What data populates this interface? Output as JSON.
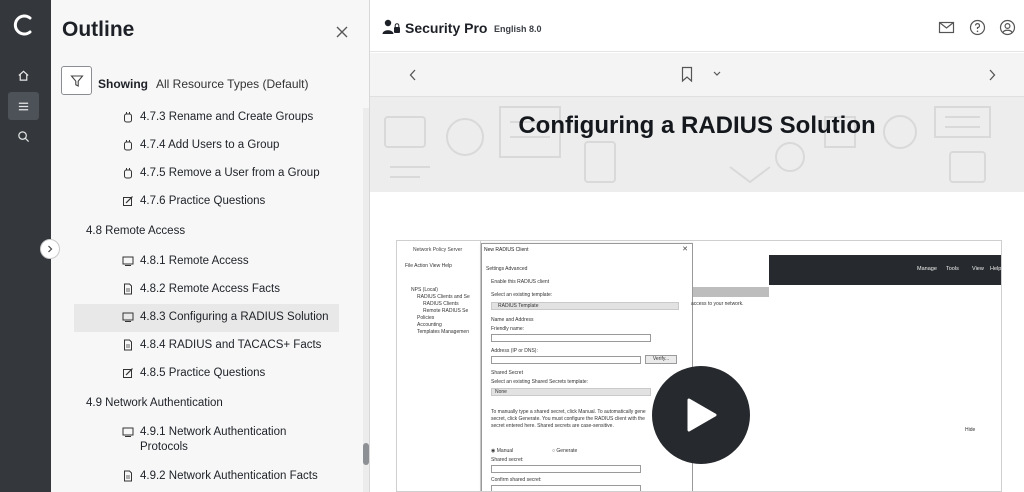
{
  "rail": {
    "logo_letter": "C",
    "buttons": [
      {
        "name": "home-icon"
      },
      {
        "name": "outline-list-icon",
        "active": true
      },
      {
        "name": "search-icon"
      }
    ]
  },
  "outline": {
    "title": "Outline",
    "filter_label": "Showing",
    "filter_value": "All Resource Types (Default)",
    "items": [
      {
        "label": "4.7.3 Rename and Create Groups",
        "icon": "lab-icon"
      },
      {
        "label": "4.7.4 Add Users to a Group",
        "icon": "lab-icon"
      },
      {
        "label": "4.7.5 Remove a User from a Group",
        "icon": "lab-icon"
      },
      {
        "label": "4.7.6 Practice Questions",
        "icon": "quiz-icon"
      },
      {
        "label": "4.8 Remote Access",
        "icon": "section"
      },
      {
        "label": "4.8.1 Remote Access",
        "icon": "video-icon"
      },
      {
        "label": "4.8.2 Remote Access Facts",
        "icon": "document-icon"
      },
      {
        "label": "4.8.3 Configuring a RADIUS Solution",
        "icon": "video-icon",
        "selected": true
      },
      {
        "label": "4.8.4 RADIUS and TACACS+ Facts",
        "icon": "document-icon"
      },
      {
        "label": "4.8.5 Practice Questions",
        "icon": "quiz-icon"
      },
      {
        "label": "4.9 Network Authentication",
        "icon": "section"
      },
      {
        "label": "4.9.1 Network Authentication",
        "label2": "Protocols",
        "icon": "video-icon"
      },
      {
        "label": "4.9.2 Network Authentication Facts",
        "icon": "document-icon"
      }
    ]
  },
  "header": {
    "app_name": "Security Pro",
    "version": "English 8.0"
  },
  "content": {
    "title": "Configuring a RADIUS Solution"
  },
  "video": {
    "nps_title": "Network Policy Server",
    "nps_menu": "File   Action   View   Help",
    "nps_tree": [
      "NPS (Local)",
      "RADIUS Clients and Se",
      "RADIUS Clients",
      "Remote RADIUS Se",
      "Policies",
      "Accounting",
      "Templates Managemen"
    ],
    "dialog_title": "New RADIUS Client",
    "tabs": "Settings   Advanced",
    "enable_label": "Enable this RADIUS client",
    "select_template_label": "Select an existing template:",
    "template_value": "RADIUS Template",
    "name_address": "Name and Address",
    "friendly_name": "Friendly name:",
    "address_label": "Address (IP or DNS):",
    "verify": "Verify...",
    "shared_secret_head": "Shared Secret",
    "shared_secret_template": "Select an existing Shared Secrets template:",
    "none": "None",
    "info_1": "To manually type a shared secret, click Manual. To automatically gene",
    "info_2": "secret, click Generate. You must configure the RADIUS client with the",
    "info_3": "secret entered here. Shared secrets are case-sensitive.",
    "manual": "Manual",
    "generate": "Generate",
    "shared_secret": "Shared secret:",
    "confirm_secret": "Confirm shared secret:",
    "server_menu": [
      "Manage",
      "Tools",
      "View",
      "Help"
    ],
    "access_text": "access to your network.",
    "hide": "Hide"
  }
}
